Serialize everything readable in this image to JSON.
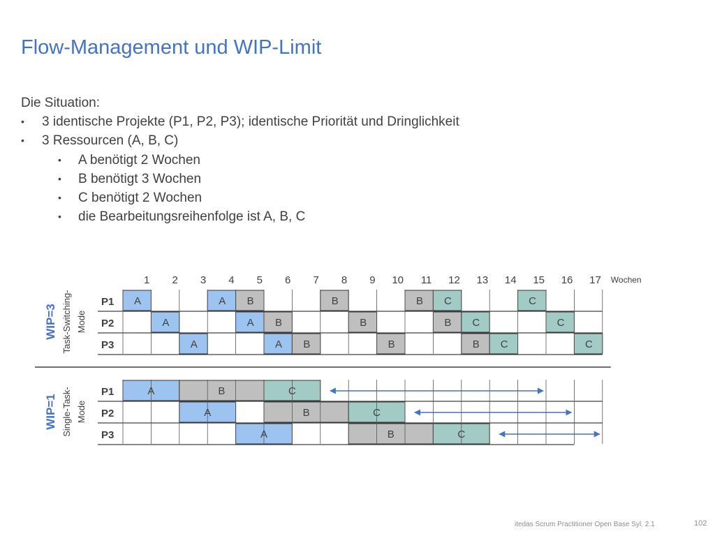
{
  "title": "Flow-Management und WIP-Limit",
  "intro": {
    "heading": "Die Situation:",
    "bullet_glyph": "•",
    "items": [
      "3 identische Projekte (P1, P2, P3); identische Priorität und Dringlichkeit",
      "3 Ressourcen (A, B, C)"
    ],
    "subitems": [
      "A benötigt 2 Wochen",
      "B benötigt 3 Wochen",
      "C benötigt 2 Wochen",
      "die Bearbeitungsreihenfolge ist A, B, C"
    ]
  },
  "weeks": [
    "1",
    "2",
    "3",
    "4",
    "5",
    "6",
    "7",
    "8",
    "9",
    "10",
    "11",
    "12",
    "13",
    "14",
    "15",
    "16",
    "17"
  ],
  "weeks_unit": "Wochen",
  "colors": {
    "A": "#9dc3f0",
    "B": "#bfbfbf",
    "C": "#a2cbc6",
    "accent": "#4472c4",
    "line": "#404040"
  },
  "panels": [
    {
      "label": "WIP=3",
      "mode": [
        "Task-Switching-",
        "Mode"
      ],
      "rows": [
        {
          "name": "P1",
          "tasks": [
            [
              "A",
              1
            ],
            [
              "A",
              4
            ],
            [
              "B",
              5
            ],
            [
              "B",
              8
            ],
            [
              "B",
              11
            ],
            [
              "C",
              12
            ],
            [
              "C",
              15
            ]
          ]
        },
        {
          "name": "P2",
          "tasks": [
            [
              "A",
              2
            ],
            [
              "A",
              5
            ],
            [
              "B",
              6
            ],
            [
              "B",
              9
            ],
            [
              "B",
              12
            ],
            [
              "C",
              13
            ],
            [
              "C",
              16
            ]
          ]
        },
        {
          "name": "P3",
          "tasks": [
            [
              "A",
              3
            ],
            [
              "A",
              6
            ],
            [
              "B",
              7
            ],
            [
              "B",
              10
            ],
            [
              "B",
              13
            ],
            [
              "C",
              14
            ],
            [
              "C",
              17
            ]
          ]
        }
      ]
    },
    {
      "label": "WIP=1",
      "mode": [
        "Single-Task-",
        "Mode"
      ],
      "rows": [
        {
          "name": "P1",
          "blocks": [
            [
              "A",
              1,
              2
            ],
            [
              "B",
              3,
              5
            ],
            [
              "C",
              6,
              7
            ]
          ],
          "arrow": [
            8,
            15
          ]
        },
        {
          "name": "P2",
          "blocks": [
            [
              "A",
              3,
              4
            ],
            [
              "B",
              6,
              8
            ],
            [
              "C",
              9,
              10
            ]
          ],
          "arrow": [
            11,
            16
          ]
        },
        {
          "name": "P3",
          "blocks": [
            [
              "A",
              5,
              6
            ],
            [
              "B",
              9,
              11
            ],
            [
              "C",
              12,
              13
            ]
          ],
          "arrow": [
            14,
            17
          ]
        }
      ]
    }
  ],
  "footer": "itedas Scrum Practitioner Open Base Syl. 2.1",
  "page_number": "102"
}
